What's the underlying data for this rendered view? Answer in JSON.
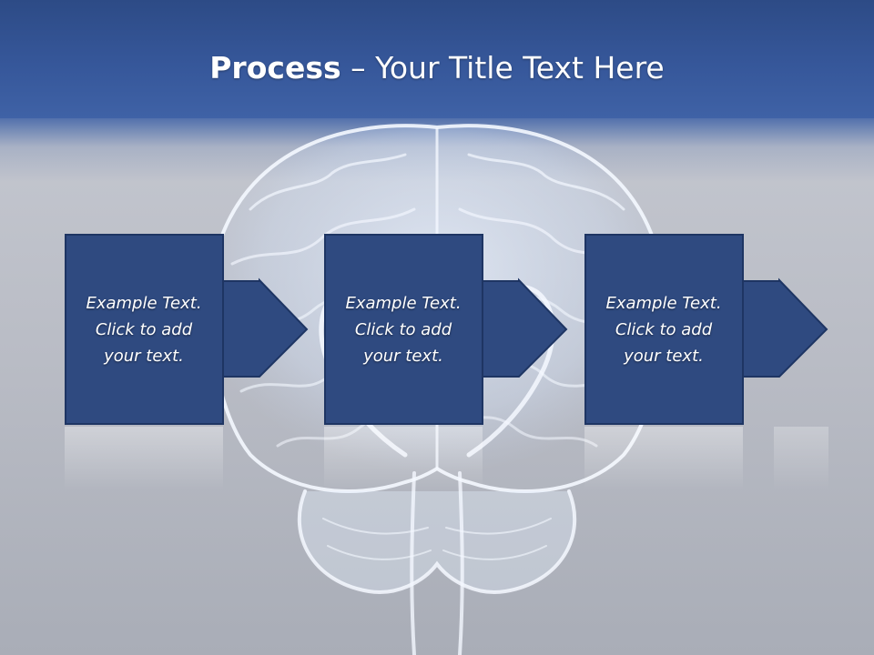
{
  "slide": {
    "title_bold": "Process",
    "title_rest": " – Your Title Text Here"
  },
  "steps": [
    {
      "text": "Example Text.\nClick  to add\nyour text."
    },
    {
      "text": "Example Text.\nClick  to add\nyour text."
    },
    {
      "text": "Example Text.\nClick  to add\nyour text."
    }
  ],
  "colors": {
    "header": "#36579a",
    "box_fill": "#2f4a80",
    "box_border": "#1e3563",
    "text": "#ffffff"
  },
  "icons": {
    "background": "brain-illustration",
    "step_arrow": "arrow-right-icon"
  }
}
